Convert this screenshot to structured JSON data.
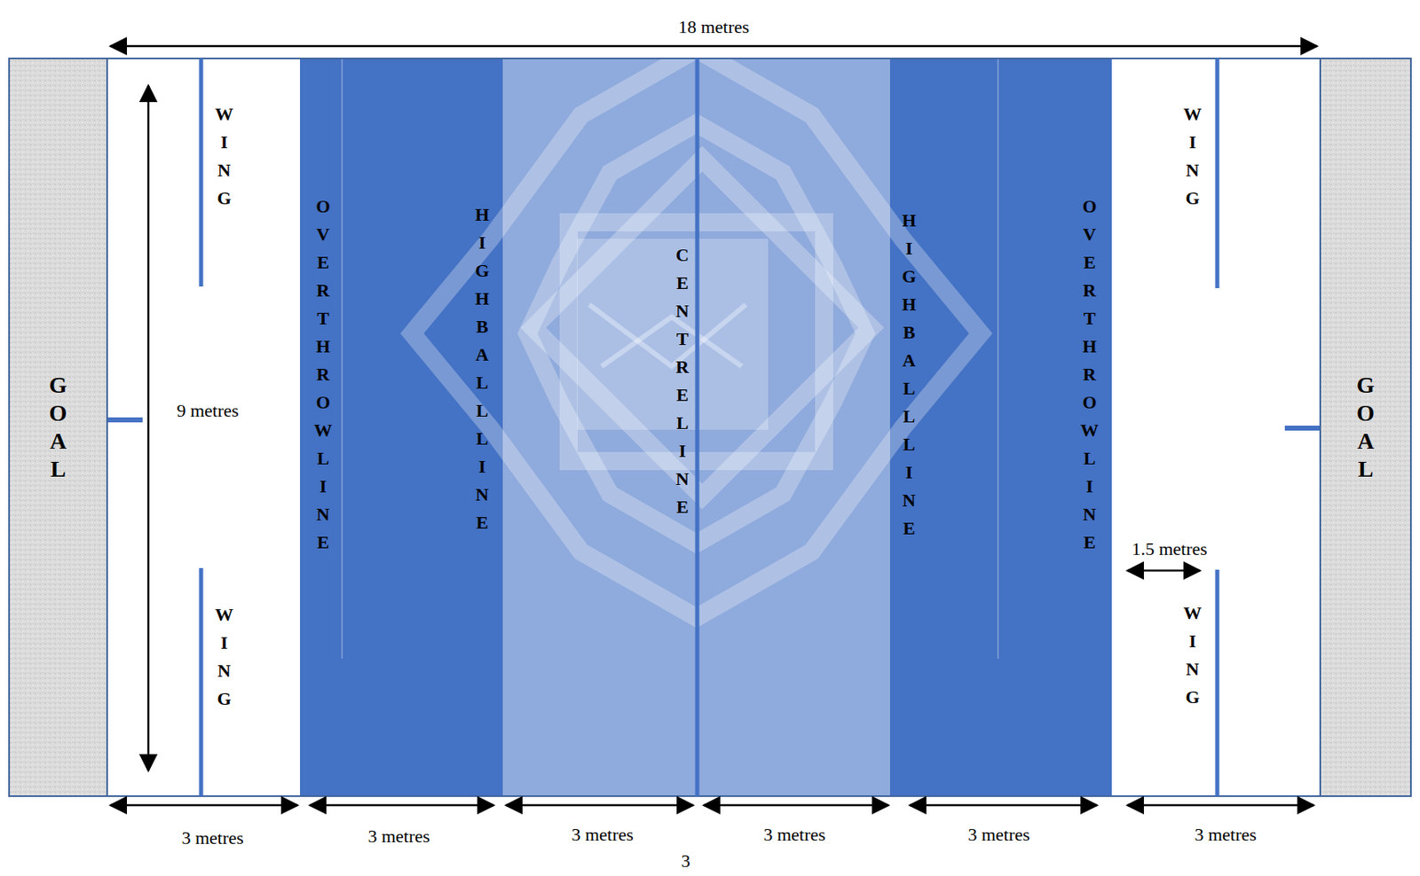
{
  "diagram": {
    "nodes": [
      {
        "text": [
          "GOAL"
        ]
      },
      {
        "text": [
          "GOAL"
        ]
      }
    ],
    "labels": [
      "18 metres",
      "9 metres",
      "WING",
      "WING",
      "OVER THROW LINE",
      "HIGH BALL LINE",
      "CENTRE LINE",
      "HIGH BALL LINE",
      "OVER THROW LINE",
      "WING",
      "1.5 metres",
      "WING",
      "3 metres",
      "3 metres",
      "3 metres",
      "3 metres",
      "3 metres",
      "3 metres",
      "3"
    ]
  }
}
